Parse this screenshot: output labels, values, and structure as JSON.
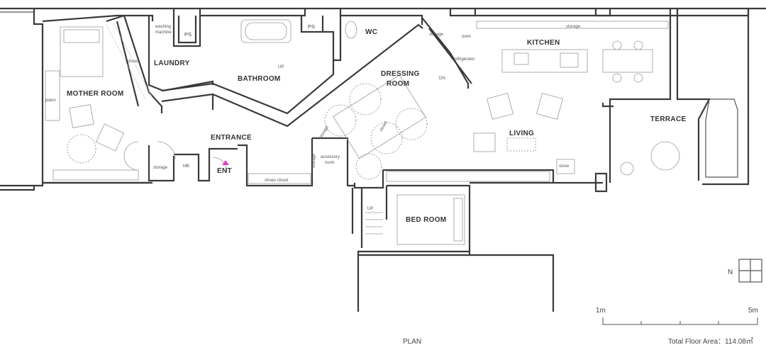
{
  "rooms": {
    "mother_room": "MOTHER ROOM",
    "laundry": "LAUNDRY",
    "bathroom": "BATHROOM",
    "wc": "WC",
    "dressing_room_1": "DRESSING",
    "dressing_room_2": "ROOM",
    "kitchen": "KITCHEN",
    "living": "LIVING",
    "terrace": "TERRACE",
    "entrance": "ENTRANCE",
    "bed_room": "BED ROOM",
    "ent": "ENT"
  },
  "labels": {
    "washing_machine_1": "washing",
    "washing_machine_2": "machine",
    "ps_1": "PS",
    "ps_2": "PS",
    "closet_mother": "closet",
    "piano": "piano",
    "storage_kitchen_top": "storage",
    "storage_dressing": "storage",
    "oven": "oven",
    "refrigerator": "refrigerator",
    "up_bath": "UP",
    "dn": "DN",
    "closet_dressing": "closet",
    "storage_accessory": "storage",
    "storage_side": "storage",
    "accessory_room_1": "accessory",
    "accessory_room_2": "room",
    "storage_entrance": "storage",
    "mb": "MB",
    "shoes_closet": "shoes closet",
    "stove": "stove",
    "up_bed": "UP"
  },
  "north": "N",
  "scale": {
    "start": "1m",
    "end": "5m"
  },
  "title": "PLAN",
  "total_area": "Total Floor Area：114.08㎡",
  "colors": {
    "wall": "#3a3a3a",
    "entrance_marker": "#e040c0"
  }
}
